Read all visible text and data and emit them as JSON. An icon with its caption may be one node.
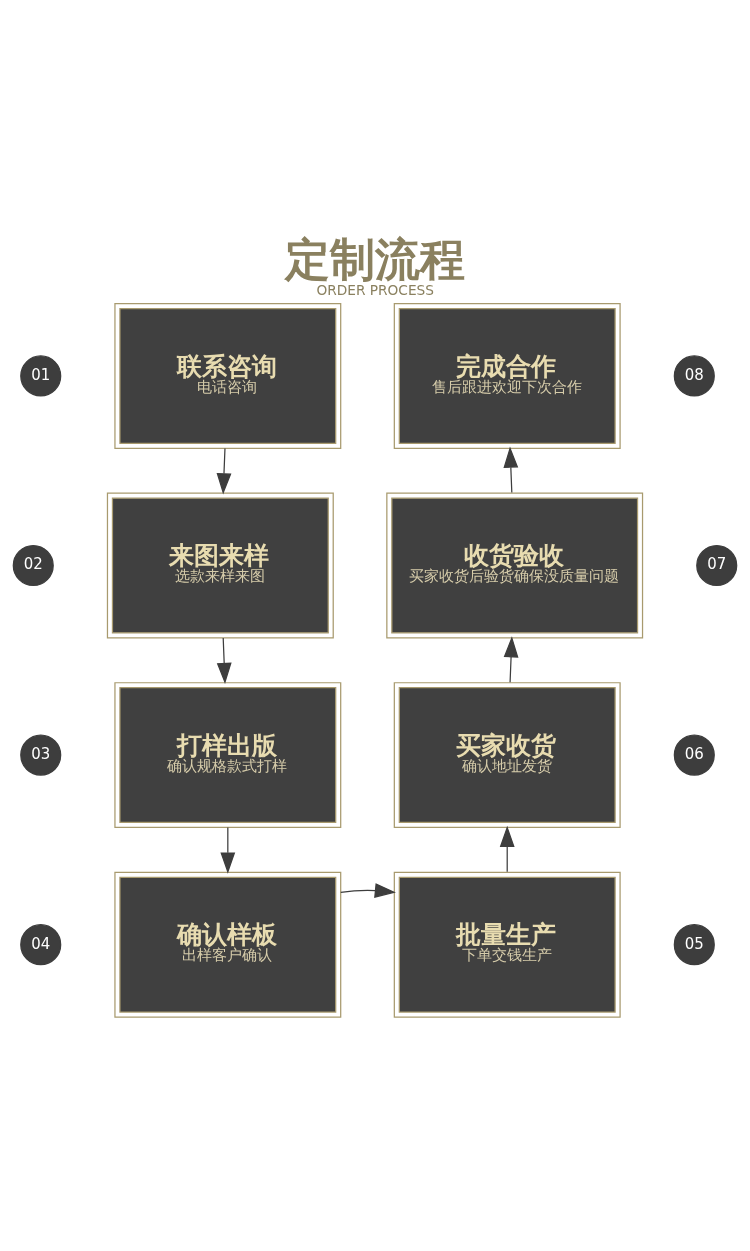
{
  "diagram": {
    "title": "定制流程",
    "nodes": [
      {
        "text": [
          "01"
        ]
      },
      {
        "text": [
          "联系咨询",
          "电话咨询"
        ]
      },
      {
        "text": [
          "完成合作",
          "售后跟进欢迎下次合作"
        ]
      },
      {
        "text": [
          "08"
        ]
      },
      {
        "text": [
          "02"
        ]
      },
      {
        "text": [
          "来图来样",
          "选款来样来图"
        ]
      },
      {
        "text": [
          "收货验收",
          "买家收货后验货确保没质量问题"
        ]
      },
      {
        "text": [
          "07"
        ]
      },
      {
        "text": [
          "03"
        ]
      },
      {
        "text": [
          "打样出版",
          "确认规格款式打样"
        ]
      },
      {
        "text": [
          "买家收货",
          "确认地址发货"
        ]
      },
      {
        "text": [
          "06"
        ]
      },
      {
        "text": [
          "04"
        ]
      },
      {
        "text": [
          "确认样板",
          "出样客户确认"
        ]
      },
      {
        "text": [
          "批量生产",
          "下单交钱生产"
        ]
      },
      {
        "text": [
          "05"
        ]
      }
    ],
    "edges": [
      {
        "from": 1,
        "to": 5,
        "arrow": "to"
      },
      {
        "from": 5,
        "to": 9,
        "arrow": "to"
      },
      {
        "from": 9,
        "to": 13,
        "arrow": "to"
      },
      {
        "from": 13,
        "to": 14,
        "arrow": "to"
      },
      {
        "from": 14,
        "to": 10,
        "arrow": "to"
      },
      {
        "from": 10,
        "to": 6,
        "arrow": "to"
      },
      {
        "from": 6,
        "to": 2,
        "arrow": "to"
      }
    ],
    "labels": [
      "ORDER PROCESS"
    ]
  }
}
